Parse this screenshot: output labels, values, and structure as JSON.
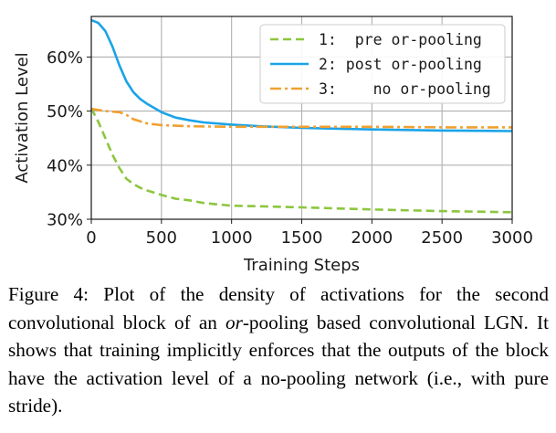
{
  "chart_data": {
    "type": "line",
    "xlabel": "Training Steps",
    "ylabel": "Activation Level",
    "xlim": [
      0,
      3000
    ],
    "ylim": [
      30,
      67.5
    ],
    "xticks": [
      "0",
      "500",
      "1000",
      "1500",
      "2000",
      "2500",
      "3000"
    ],
    "yticks": [
      "30%",
      "40%",
      "50%",
      "60%"
    ],
    "grid": true,
    "legend_position": "top-right",
    "series": [
      {
        "name": "1:  pre or-pooling",
        "color": "#8cc63f",
        "style": "dashed",
        "x": [
          0,
          50,
          100,
          150,
          200,
          250,
          300,
          350,
          400,
          500,
          600,
          700,
          800,
          1000,
          1200,
          1500,
          2000,
          2500,
          3000
        ],
        "y": [
          50.5,
          48.0,
          45.0,
          42.0,
          39.5,
          37.5,
          36.5,
          35.8,
          35.3,
          34.5,
          33.8,
          33.5,
          33.0,
          32.5,
          32.4,
          32.2,
          31.8,
          31.5,
          31.3
        ]
      },
      {
        "name": "2: post or-pooling",
        "color": "#1aa3e8",
        "style": "solid",
        "x": [
          0,
          50,
          100,
          150,
          200,
          250,
          300,
          350,
          400,
          500,
          600,
          700,
          800,
          1000,
          1200,
          1500,
          2000,
          2500,
          3000
        ],
        "y": [
          66.8,
          66.3,
          64.8,
          62.0,
          58.5,
          55.5,
          53.5,
          52.2,
          51.3,
          49.8,
          48.8,
          48.3,
          47.9,
          47.5,
          47.2,
          46.9,
          46.6,
          46.4,
          46.3
        ]
      },
      {
        "name": "3:    no or-pooling",
        "color": "#f0a030",
        "style": "dashdot",
        "x": [
          0,
          100,
          200,
          250,
          300,
          400,
          500,
          700,
          1000,
          1500,
          2000,
          2500,
          3000
        ],
        "y": [
          50.4,
          50.0,
          49.8,
          49.3,
          48.5,
          47.7,
          47.4,
          47.2,
          47.1,
          47.1,
          47.1,
          47.0,
          47.0
        ]
      }
    ]
  },
  "caption": {
    "prefix": "Figure 4: Plot of the density of activations for the second convolutional block of an ",
    "italic": "or",
    "suffix": "-pooling based convolutional LGN. It shows that training implicitly enforces that the outputs of the block have the activation level of a no-pooling network (i.e., with pure stride)."
  }
}
